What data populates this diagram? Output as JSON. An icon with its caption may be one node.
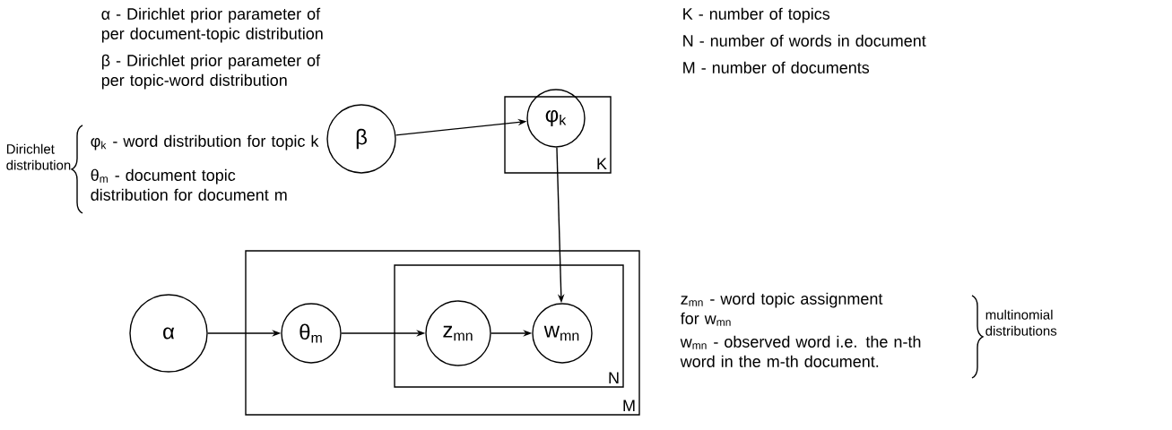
{
  "diagram": {
    "nodes": [
      {
        "text": [
          "K"
        ]
      },
      {
        "text": [
          "β"
        ]
      },
      {
        "text": [
          "φ$_{k}$"
        ],
        "in": 0
      },
      {
        "text": [
          "M"
        ]
      },
      {
        "text": [
          "α"
        ]
      },
      {
        "text": [
          "N"
        ],
        "in": 3
      },
      {
        "text": [
          "θ$_{m}$"
        ],
        "in": 3
      },
      {
        "text": [
          "z$_{mn}$"
        ],
        "in": 5
      },
      {
        "text": [
          "w$_{mn}$"
        ],
        "in": 5
      }
    ],
    "edges": [
      {
        "from": 1,
        "to": 2,
        "arrow": "to"
      },
      {
        "from": 2,
        "to": 8,
        "arrow": "to"
      },
      {
        "from": 4,
        "to": 6,
        "arrow": "to"
      },
      {
        "from": 6,
        "to": 7,
        "arrow": "to"
      },
      {
        "from": 7,
        "to": 8,
        "arrow": "to"
      }
    ],
    "labels": [
      "α - Dirichlet prior parameter of per document-topic distribution",
      "β - Dirichlet prior parameter of per topic-word distribution",
      "Dirichlet distribution",
      "φ$_{k}$ - word distribution for topic k",
      "θ$_{m}$ - document topic distribution for document m",
      "K - number of topics",
      "N - number of words in document",
      "M - number of documents",
      "z$_{mn}$ - word topic assignment for w$_{mn}$",
      "w$_{mn}$ - observed word i.e. the n-th word in the m-th document.",
      "multinomial distributions"
    ]
  }
}
